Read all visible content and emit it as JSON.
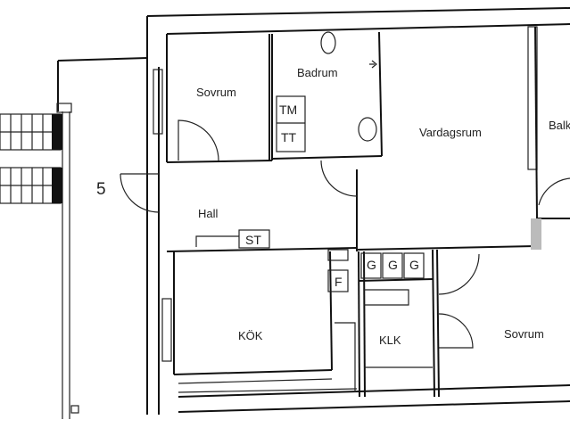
{
  "floor_plan": {
    "entrance_number": "5",
    "rooms": {
      "bedroom_1": "Sovrum",
      "bathroom": "Badrum",
      "living_room": "Vardagsrum",
      "balcony": "Balkong",
      "hall": "Hall",
      "kitchen": "KÖK",
      "closet": "KLK",
      "bedroom_2": "Sovrum"
    },
    "fixtures": {
      "washer": "TM",
      "dryer": "TT",
      "storage": "ST",
      "wardrobes": [
        "G",
        "G",
        "G"
      ],
      "fridge": "F"
    }
  }
}
